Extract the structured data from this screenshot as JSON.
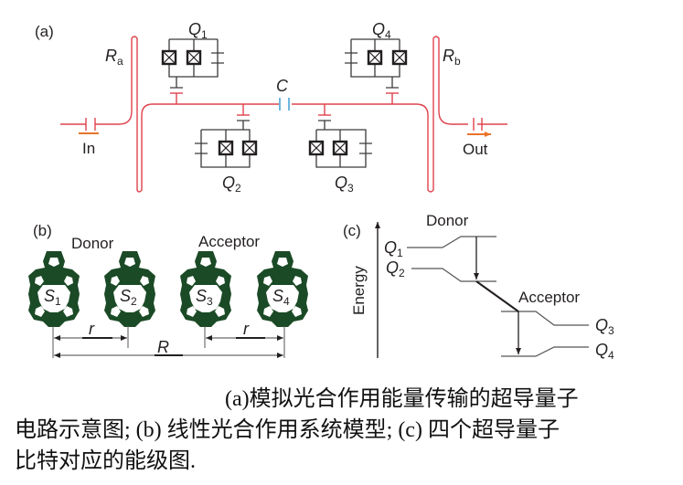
{
  "panel_a": {
    "label": "(a)",
    "resonator_a": {
      "symbol": "R",
      "subscript": "a"
    },
    "resonator_b": {
      "symbol": "R",
      "subscript": "b"
    },
    "coupling_capacitor": "C",
    "input_label": "In",
    "output_label": "Out",
    "qubits": [
      {
        "symbol": "Q",
        "subscript": "1"
      },
      {
        "symbol": "Q",
        "subscript": "2"
      },
      {
        "symbol": "Q",
        "subscript": "3"
      },
      {
        "symbol": "Q",
        "subscript": "4"
      }
    ],
    "colors": {
      "resonator_line": "#e0424d",
      "coupler_C": "#4aa3d8",
      "io_arrow": "#e8742a",
      "circuit": "#3a3a3a"
    }
  },
  "panel_b": {
    "label": "(b)",
    "donor_label": "Donor",
    "acceptor_label": "Acceptor",
    "sites": [
      {
        "symbol": "S",
        "subscript": "1"
      },
      {
        "symbol": "S",
        "subscript": "2"
      },
      {
        "symbol": "S",
        "subscript": "3"
      },
      {
        "symbol": "S",
        "subscript": "4"
      }
    ],
    "short_distance": "r",
    "long_distance": "R",
    "molecule_color": "#1b4a26"
  },
  "panel_c": {
    "label": "(c)",
    "axis_label": "Energy",
    "donor_label": "Donor",
    "acceptor_label": "Acceptor",
    "levels_left": [
      {
        "symbol": "Q",
        "subscript": "1"
      },
      {
        "symbol": "Q",
        "subscript": "2"
      }
    ],
    "levels_right": [
      {
        "symbol": "Q",
        "subscript": "3"
      },
      {
        "symbol": "Q",
        "subscript": "4"
      }
    ]
  },
  "caption": {
    "line1": "(a)模拟光合作用能量传输的超导量子",
    "line2": "电路示意图; (b) 线性光合作用系统模型; (c) 四个超导量子",
    "line3": "比特对应的能级图."
  }
}
